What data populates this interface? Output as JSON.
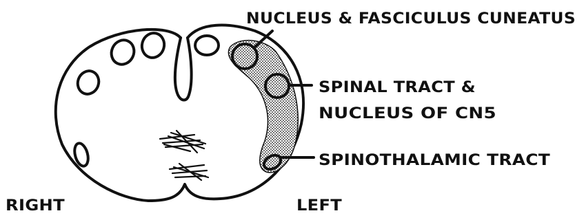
{
  "labels": {
    "cuneatus": "NUCLEUS & FASCICULUS CUNEATUS",
    "spinal_line1": "SPINAL TRACT &",
    "spinal_line2": "NUCLEUS OF CN5",
    "spinothalamic": "SPINOTHALAMIC TRACT",
    "right": "RIGHT",
    "left": "LEFT"
  },
  "colors": {
    "ink": "#111111",
    "background": "#ffffff"
  }
}
